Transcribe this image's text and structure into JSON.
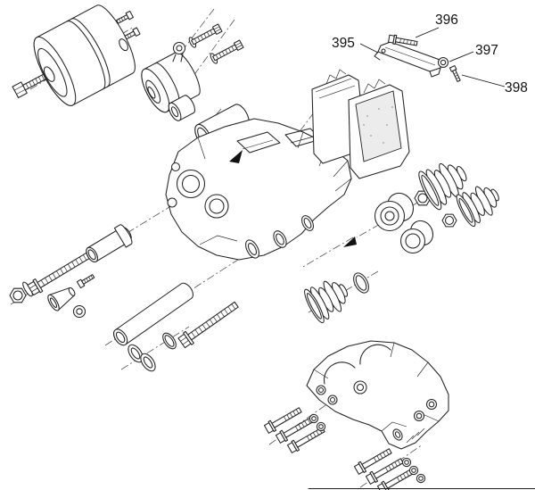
{
  "diagram": {
    "kind": "exploded-parts-diagram",
    "subject": "disc-brake-caliper-assembly",
    "labels": {
      "l395": "395",
      "l396": "396",
      "l397": "397",
      "l398": "398"
    },
    "colors": {
      "line": "#222222",
      "background": "#ffffff",
      "label_text": "#111111"
    }
  }
}
